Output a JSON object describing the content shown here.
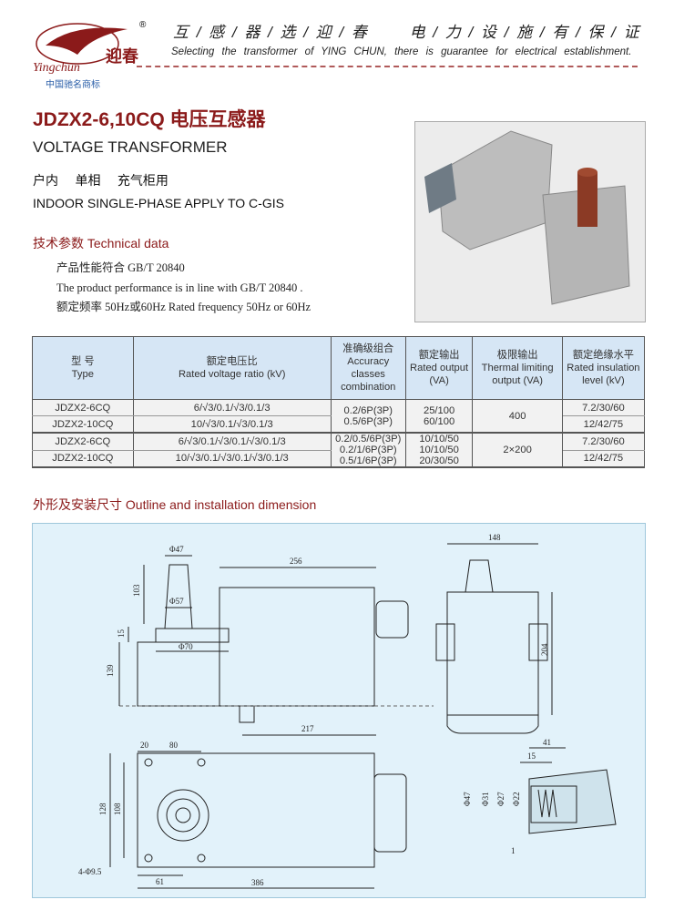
{
  "header": {
    "logo_text": "迎春",
    "logo_script": "Yingchun",
    "registered": "®",
    "slogan_cn": "互 / 感 / 器 / 选 / 迎 / 春　　 电 / 力 / 设 / 施 / 有 / 保 / 证",
    "slogan_en": "Selecting the transformer of YING CHUN, there is guarantee for electrical establishment.",
    "brand_note": "中国驰名商标"
  },
  "title": {
    "model_cn": "JDZX2-6,10CQ 电压互感器",
    "en": "VOLTAGE TRANSFORMER",
    "usage_cn": "户内 单相 充气柜用",
    "usage_en": "INDOOR SINGLE-PHASE APPLY TO C-GIS"
  },
  "technical": {
    "heading": "技术参数 Technical data",
    "lines": [
      "产品性能符合 GB/T 20840",
      "The product performance is in line with GB/T 20840 .",
      "额定频率 50Hz或60Hz  Rated frequency 50Hz or 60Hz"
    ]
  },
  "table": {
    "headers": [
      {
        "cn": "型 号",
        "en": "Type"
      },
      {
        "cn": "额定电压比",
        "en": "Rated voltage ratio (kV)"
      },
      {
        "cn": "准确级组合",
        "en": "Accuracy classes combination"
      },
      {
        "cn": "额定输出",
        "en": "Rated output (VA)"
      },
      {
        "cn": "极限输出",
        "en": "Thermal limiting output (VA)"
      },
      {
        "cn": "额定绝缘水平",
        "en": "Rated insulation level (kV)"
      }
    ],
    "rows": [
      {
        "type": "JDZX2-6CQ",
        "ratio": "6/√3/0.1/√3/0.1/3",
        "insulation": "7.2/30/60"
      },
      {
        "type": "JDZX2-10CQ",
        "ratio": "10/√3/0.1/√3/0.1/3",
        "insulation": "12/42/75"
      },
      {
        "type": "JDZX2-6CQ",
        "ratio": "6/√3/0.1/√3/0.1/√3/0.1/3",
        "insulation": "7.2/30/60"
      },
      {
        "type": "JDZX2-10CQ",
        "ratio": "10/√3/0.1/√3/0.1/√3/0.1/3",
        "insulation": "12/42/75"
      }
    ],
    "group1": {
      "accuracy": [
        "0.2/6P(3P)",
        "0.5/6P(3P)"
      ],
      "output": [
        "25/100",
        "60/100"
      ],
      "thermal": "400"
    },
    "group2": {
      "accuracy": [
        "0.2/0.5/6P(3P)",
        "0.2/1/6P(3P)",
        "0.5/1/6P(3P)"
      ],
      "output": [
        "10/10/50",
        "10/10/50",
        "20/30/50"
      ],
      "thermal": "2×200"
    }
  },
  "outline": {
    "heading": "外形及安装尺寸 Outline and installation dimension",
    "dims": {
      "d47": "Φ47",
      "h103": "103",
      "d57": "Φ57",
      "h15": "15",
      "d70": "Φ70",
      "h139": "139",
      "w256": "256",
      "w217": "217",
      "w148": "148",
      "h204": "204",
      "w20": "20",
      "w80": "80",
      "h128": "128",
      "h108": "108",
      "holes": "4-Φ9.5",
      "w61": "61",
      "w386": "386",
      "w41": "41",
      "w15": "15",
      "dd47": "Φ47",
      "d31": "Φ31",
      "d27": "Φ27",
      "d22": "Φ22",
      "w1": "1"
    }
  },
  "colors": {
    "accent": "#8b1a1a",
    "table_header": "#d6e6f5",
    "drawing_bg": "#e2f2fa"
  }
}
